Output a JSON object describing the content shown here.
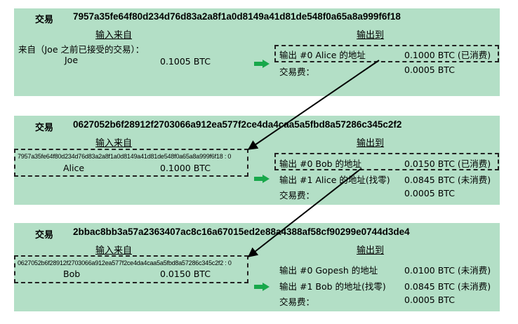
{
  "colors": {
    "panel": "#b3dfc6",
    "arrow_green": "#18a84b",
    "arrow_black": "#000000"
  },
  "labels": {
    "tx": "交易",
    "inputs_from": "输入来自",
    "outputs_to": "输出到",
    "fee": "交易费："
  },
  "transactions": [
    {
      "id": "7957a35fe64f80d234d76d83a2a8f1a0d8149a41d81de548f0a65a8a999f6f18",
      "input": {
        "line1": "来自（Joe 之前已接受的交易）：",
        "name": "Joe",
        "amount": "0.1005 BTC"
      },
      "outputs": [
        {
          "label": "输出 #0 Alice 的地址",
          "amount": "0.1000 BTC (已消费)"
        }
      ],
      "fee": "0.0005 BTC"
    },
    {
      "id": "0627052b6f28912f2703066a912ea577f2ce4da4caa5a5fbd8a57286c345c2f2",
      "input": {
        "ref": "7957a35fe64f80d234d76d83a2a8f1a0d8149a41d81de548f0a65a8a999f6f18 : 0",
        "name": "Alice",
        "amount": "0.1000 BTC"
      },
      "outputs": [
        {
          "label": "输出 #0 Bob 的地址",
          "amount": "0.0150 BTC (已消费)"
        },
        {
          "label": "输出 #1 Alice 的地址(找零)",
          "amount": "0.0845 BTC (未消费)"
        }
      ],
      "fee": "0.0005 BTC"
    },
    {
      "id": "2bbac8bb3a57a2363407ac8c16a67015ed2e88a4388af58cf90299e0744d3de4",
      "input": {
        "ref": "0627052b6f28912f2703066a912ea577f2ce4da4caa5a5fbd8a57286c345c2f2 : 0",
        "name": "Bob",
        "amount": "0.0150 BTC"
      },
      "outputs": [
        {
          "label": "输出 #0 Gopesh 的地址",
          "amount": "0.0100 BTC (未消费)"
        },
        {
          "label": "输出 #1 Bob 的地址(找零)",
          "amount": "0.0845 BTC (未消费)"
        }
      ],
      "fee": "0.0005 BTC"
    }
  ]
}
